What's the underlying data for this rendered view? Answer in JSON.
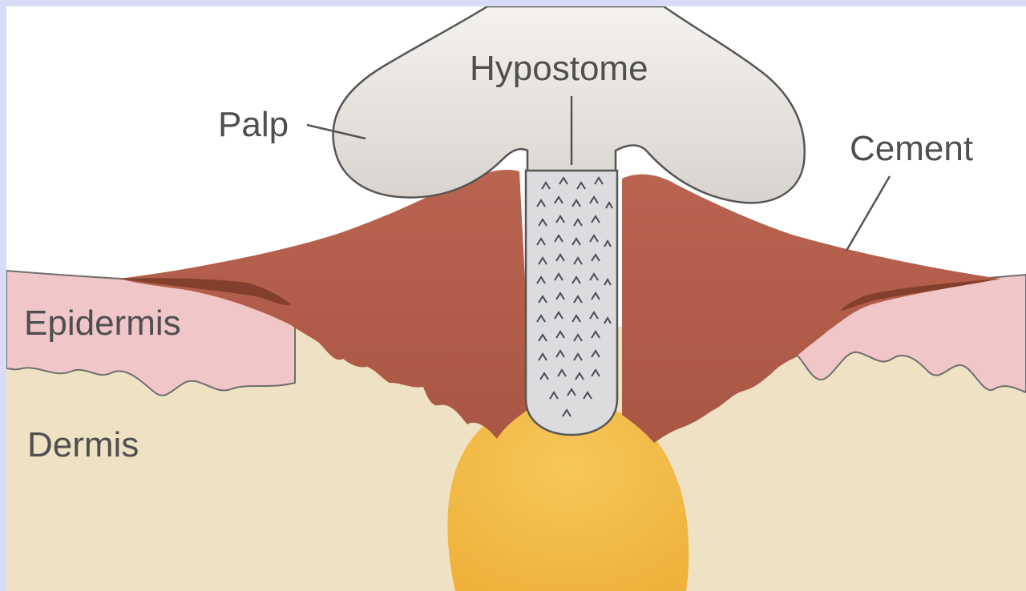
{
  "labels": {
    "hypostome": "Hypostome",
    "palp": "Palp",
    "cement": "Cement",
    "epidermis": "Epidermis",
    "dermis": "Dermis"
  },
  "colors": {
    "frame": "#d8dcf4",
    "sky": "#ffffff",
    "epidermis": "#f1c6c8",
    "dermis": "#efe2c4",
    "cement": "#b25e4b",
    "cement_dark": "#7a3a27",
    "mouthparts": "#dedad6",
    "pool": "#f3bd4b",
    "outline": "#555555",
    "label_text": "#4f4f4f"
  }
}
